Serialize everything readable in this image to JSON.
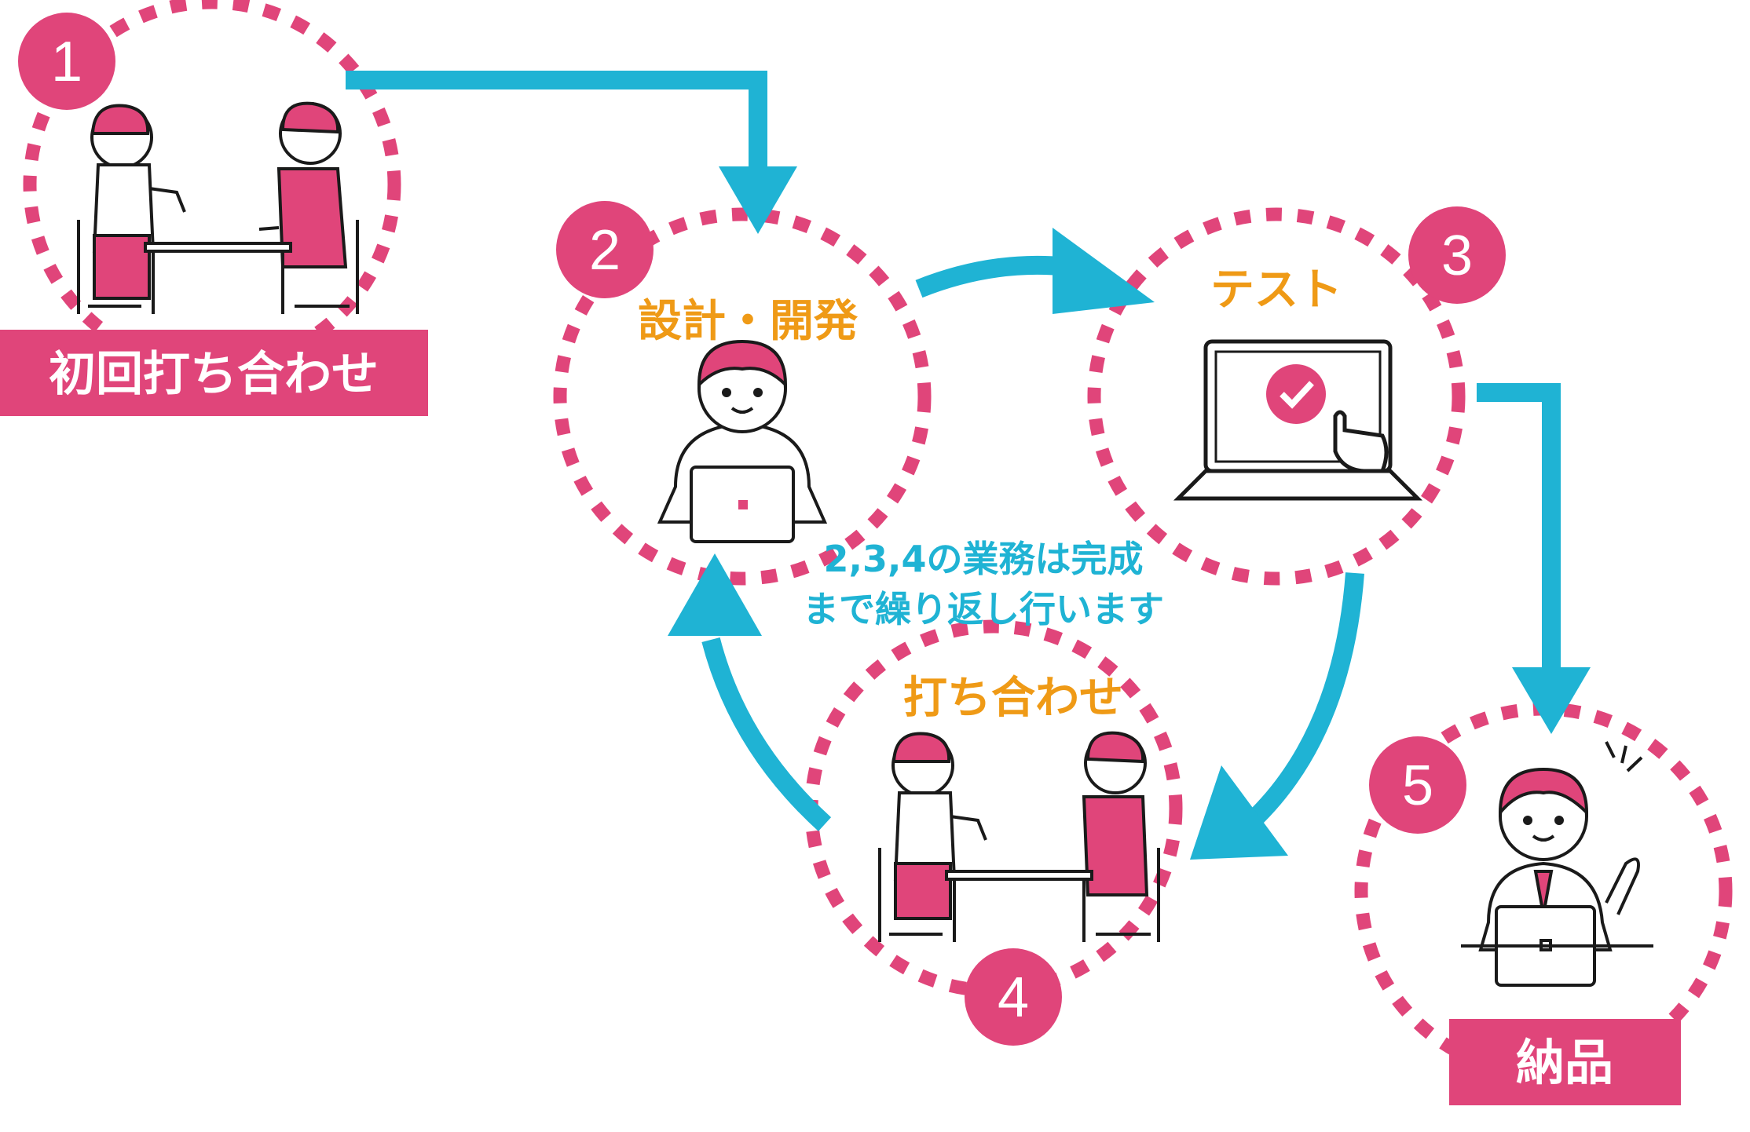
{
  "colors": {
    "pink": "#e0457a",
    "blue": "#1fb3d4",
    "orange": "#ef9a16",
    "ink": "#1a1a1a",
    "white": "#ffffff"
  },
  "steps": [
    {
      "number": "1",
      "label": "初回打ち合わせ",
      "illustration": "meeting-icon"
    },
    {
      "number": "2",
      "label": "設計・開発",
      "illustration": "developer-laptop-icon"
    },
    {
      "number": "3",
      "label": "テスト",
      "illustration": "laptop-check-icon"
    },
    {
      "number": "4",
      "label": "打ち合わせ",
      "illustration": "meeting-icon"
    },
    {
      "number": "5",
      "label": "納品",
      "illustration": "delivery-person-icon"
    }
  ],
  "loop_note": {
    "line1": "2,3,4の業務は完成",
    "line2": "まで繰り返し行います"
  }
}
